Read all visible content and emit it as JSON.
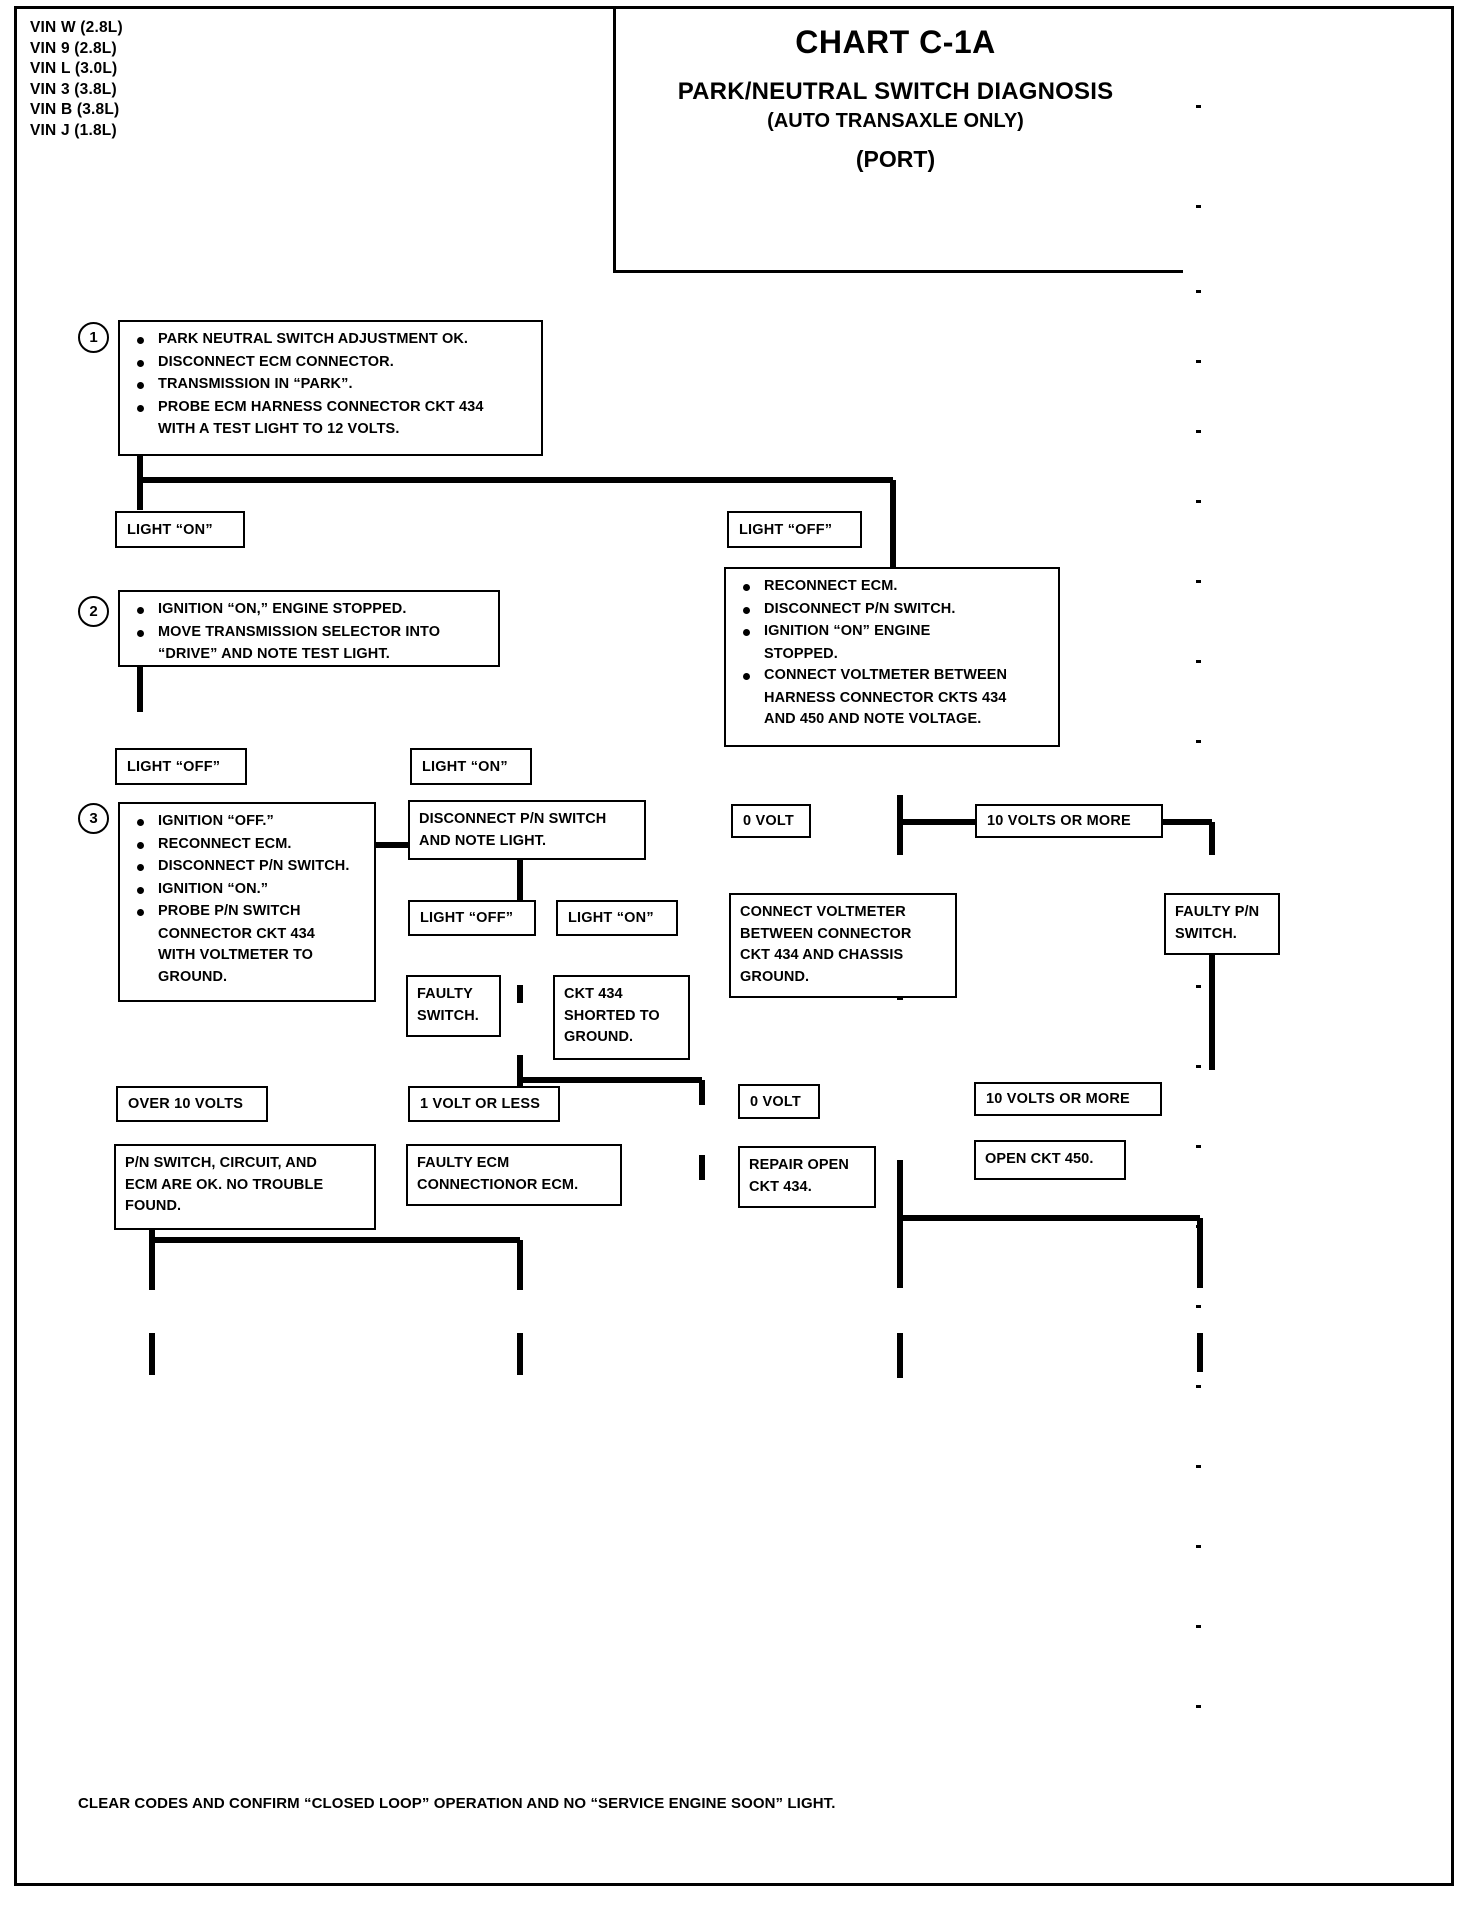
{
  "page": {
    "vin_list": [
      "VIN W (2.8L)",
      "VIN 9 (2.8L)",
      "VIN L (3.0L)",
      "VIN 3 (3.8L)",
      "VIN B (3.8L)",
      "VIN J (1.8L)"
    ],
    "title": {
      "chart": "CHART C-1A",
      "line1": "PARK/NEUTRAL SWITCH DIAGNOSIS",
      "line2": "(AUTO TRANSAXLE ONLY)",
      "line3": "(PORT)"
    },
    "footer": "CLEAR CODES AND CONFIRM  “CLOSED LOOP” OPERATION AND NO “SERVICE ENGINE SOON” LIGHT."
  },
  "steps": {
    "one": "1",
    "two": "2",
    "three": "3"
  },
  "nodes": {
    "step1": {
      "bullets": [
        "PARK NEUTRAL SWITCH ADJUSTMENT OK.",
        "DISCONNECT ECM CONNECTOR.",
        "TRANSMISSION IN “PARK”.",
        "PROBE ECM HARNESS CONNECTOR CKT 434"
      ],
      "bullet4_cont": "WITH A TEST LIGHT TO 12 VOLTS."
    },
    "light_on_1": "LIGHT “ON”",
    "light_off_1": "LIGHT “OFF”",
    "step2": {
      "bullets": [
        "IGNITION “ON,” ENGINE STOPPED.",
        "MOVE TRANSMISSION SELECTOR INTO"
      ],
      "bullet2_cont": "“DRIVE” AND NOTE TEST LIGHT."
    },
    "reconnect_ecm": {
      "bullets": [
        "RECONNECT ECM.",
        "DISCONNECT P/N SWITCH.",
        "IGNITION “ON” ENGINE",
        "CONNECT VOLTMETER BETWEEN"
      ],
      "bullet3_cont": "STOPPED.",
      "bullet4_cont1": "HARNESS CONNECTOR CKTS 434",
      "bullet4_cont2": "AND 450 AND NOTE VOLTAGE."
    },
    "light_off_2": "LIGHT “OFF”",
    "light_on_2": "LIGHT “ON”",
    "zero_volt_1": "0 VOLT",
    "ten_volts_more_1": "10 VOLTS OR MORE",
    "step3": {
      "bullets": [
        "IGNITION “OFF.”",
        "RECONNECT ECM.",
        "DISCONNECT P/N SWITCH.",
        "IGNITION “ON.”",
        "PROBE P/N SWITCH"
      ],
      "bullet5_cont1": "CONNECTOR CKT 434",
      "bullet5_cont2": "WITH VOLTMETER TO",
      "bullet5_cont3": "GROUND."
    },
    "disconnect_pn": {
      "line1": "DISCONNECT P/N SWITCH",
      "line2": "AND NOTE LIGHT."
    },
    "connect_voltmeter": {
      "line1": "CONNECT VOLTMETER",
      "line2": "BETWEEN CONNECTOR",
      "line3": "CKT 434 AND CHASSIS",
      "line4": "GROUND."
    },
    "faulty_pn_switch": {
      "line1": "FAULTY P/N",
      "line2": "SWITCH."
    },
    "light_off_3": "LIGHT “OFF”",
    "light_on_3": "LIGHT “ON”",
    "faulty_switch": {
      "line1": "FAULTY",
      "line2": "SWITCH."
    },
    "ckt_shorted": {
      "line1": "CKT 434",
      "line2": "SHORTED TO",
      "line3": "GROUND."
    },
    "over_10_volts": "OVER 10 VOLTS",
    "one_volt_less": "1 VOLT OR LESS",
    "zero_volt_2": "0 VOLT",
    "ten_volts_more_2": "10 VOLTS OR MORE",
    "all_ok": {
      "line1": "P/N SWITCH, CIRCUIT, AND",
      "line2": "ECM ARE OK.  NO TROUBLE",
      "line3": "FOUND."
    },
    "faulty_ecm": {
      "line1": "FAULTY ECM",
      "line2": "CONNECTIONOR ECM."
    },
    "repair_open": {
      "line1": "REPAIR OPEN",
      "line2": "CKT 434."
    },
    "open_ckt_450": "OPEN CKT 450."
  }
}
